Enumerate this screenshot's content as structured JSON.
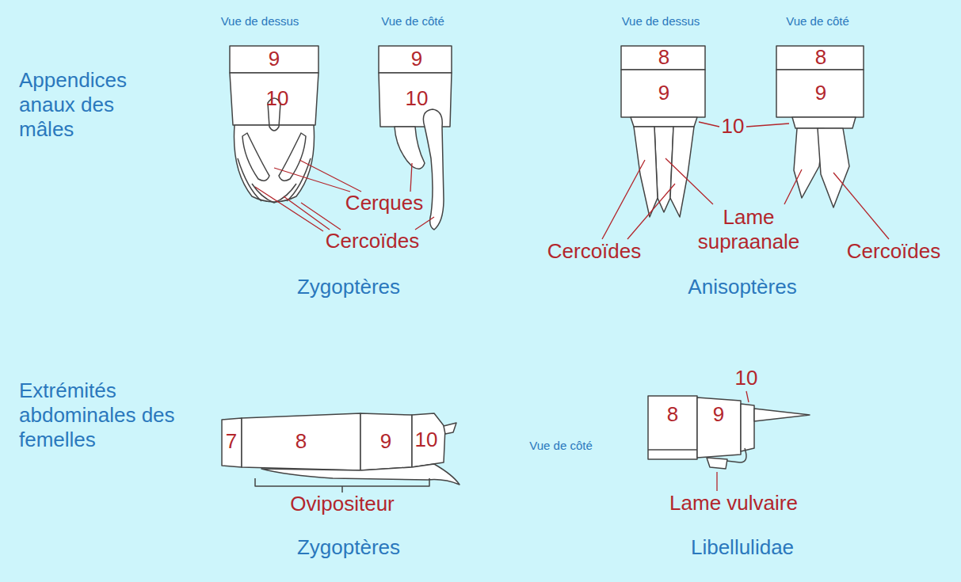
{
  "diagram": {
    "labels": [
      "Vue de dessus",
      "Vue de côté",
      "Vue de dessus",
      "Vue de côté",
      "Appendices anaux des mâles",
      "9",
      "10",
      "9",
      "10",
      "8",
      "9",
      "10",
      "8",
      "9",
      "Cerques",
      "Cercoïdes",
      "Lame supraanale",
      "Cercoïdes",
      "Cercoïdes",
      "Zygoptères",
      "Anisoptères",
      "Extrémités abdominales des femelles",
      "7",
      "8",
      "9",
      "10",
      "Vue de côté",
      "10",
      "8",
      "9",
      "Ovipositeur",
      "Lame vulvaire",
      "Zygoptères",
      "Libellulidae"
    ]
  }
}
